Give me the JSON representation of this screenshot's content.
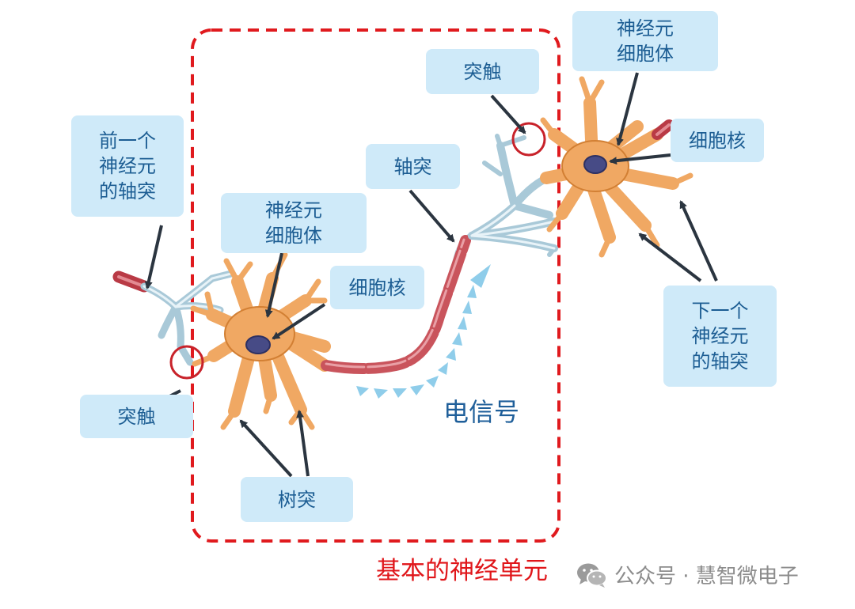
{
  "labels": {
    "prev_axon": "前一个\n神经元\n的轴突",
    "synapse_left": "突触",
    "soma_left": "神经元\n细胞体",
    "nucleus_left": "细胞核",
    "axon": "轴突",
    "synapse_top": "突触",
    "soma_right": "神经元\n细胞体",
    "nucleus_right": "细胞核",
    "next_axon": "下一个\n神经元\n的轴突",
    "dendrite": "树突"
  },
  "signal_text": "电信号",
  "caption": "基本的神经单元",
  "watermark": {
    "icon": "wechat-icon",
    "text": "公众号 · 慧智微电子"
  },
  "colors": {
    "soma": "#f0a863",
    "soma_stroke": "#d27f33",
    "nucleus": "#474b86",
    "axon_terminal": "#a9c9d8",
    "myelin": "#c9545c",
    "signal_arrows": "#8fcdea",
    "label_bg": "#cfeaf9",
    "label_text": "#1c5d93",
    "dashed_box": "#e01a1e",
    "synapse_circle": "#c8222a"
  }
}
